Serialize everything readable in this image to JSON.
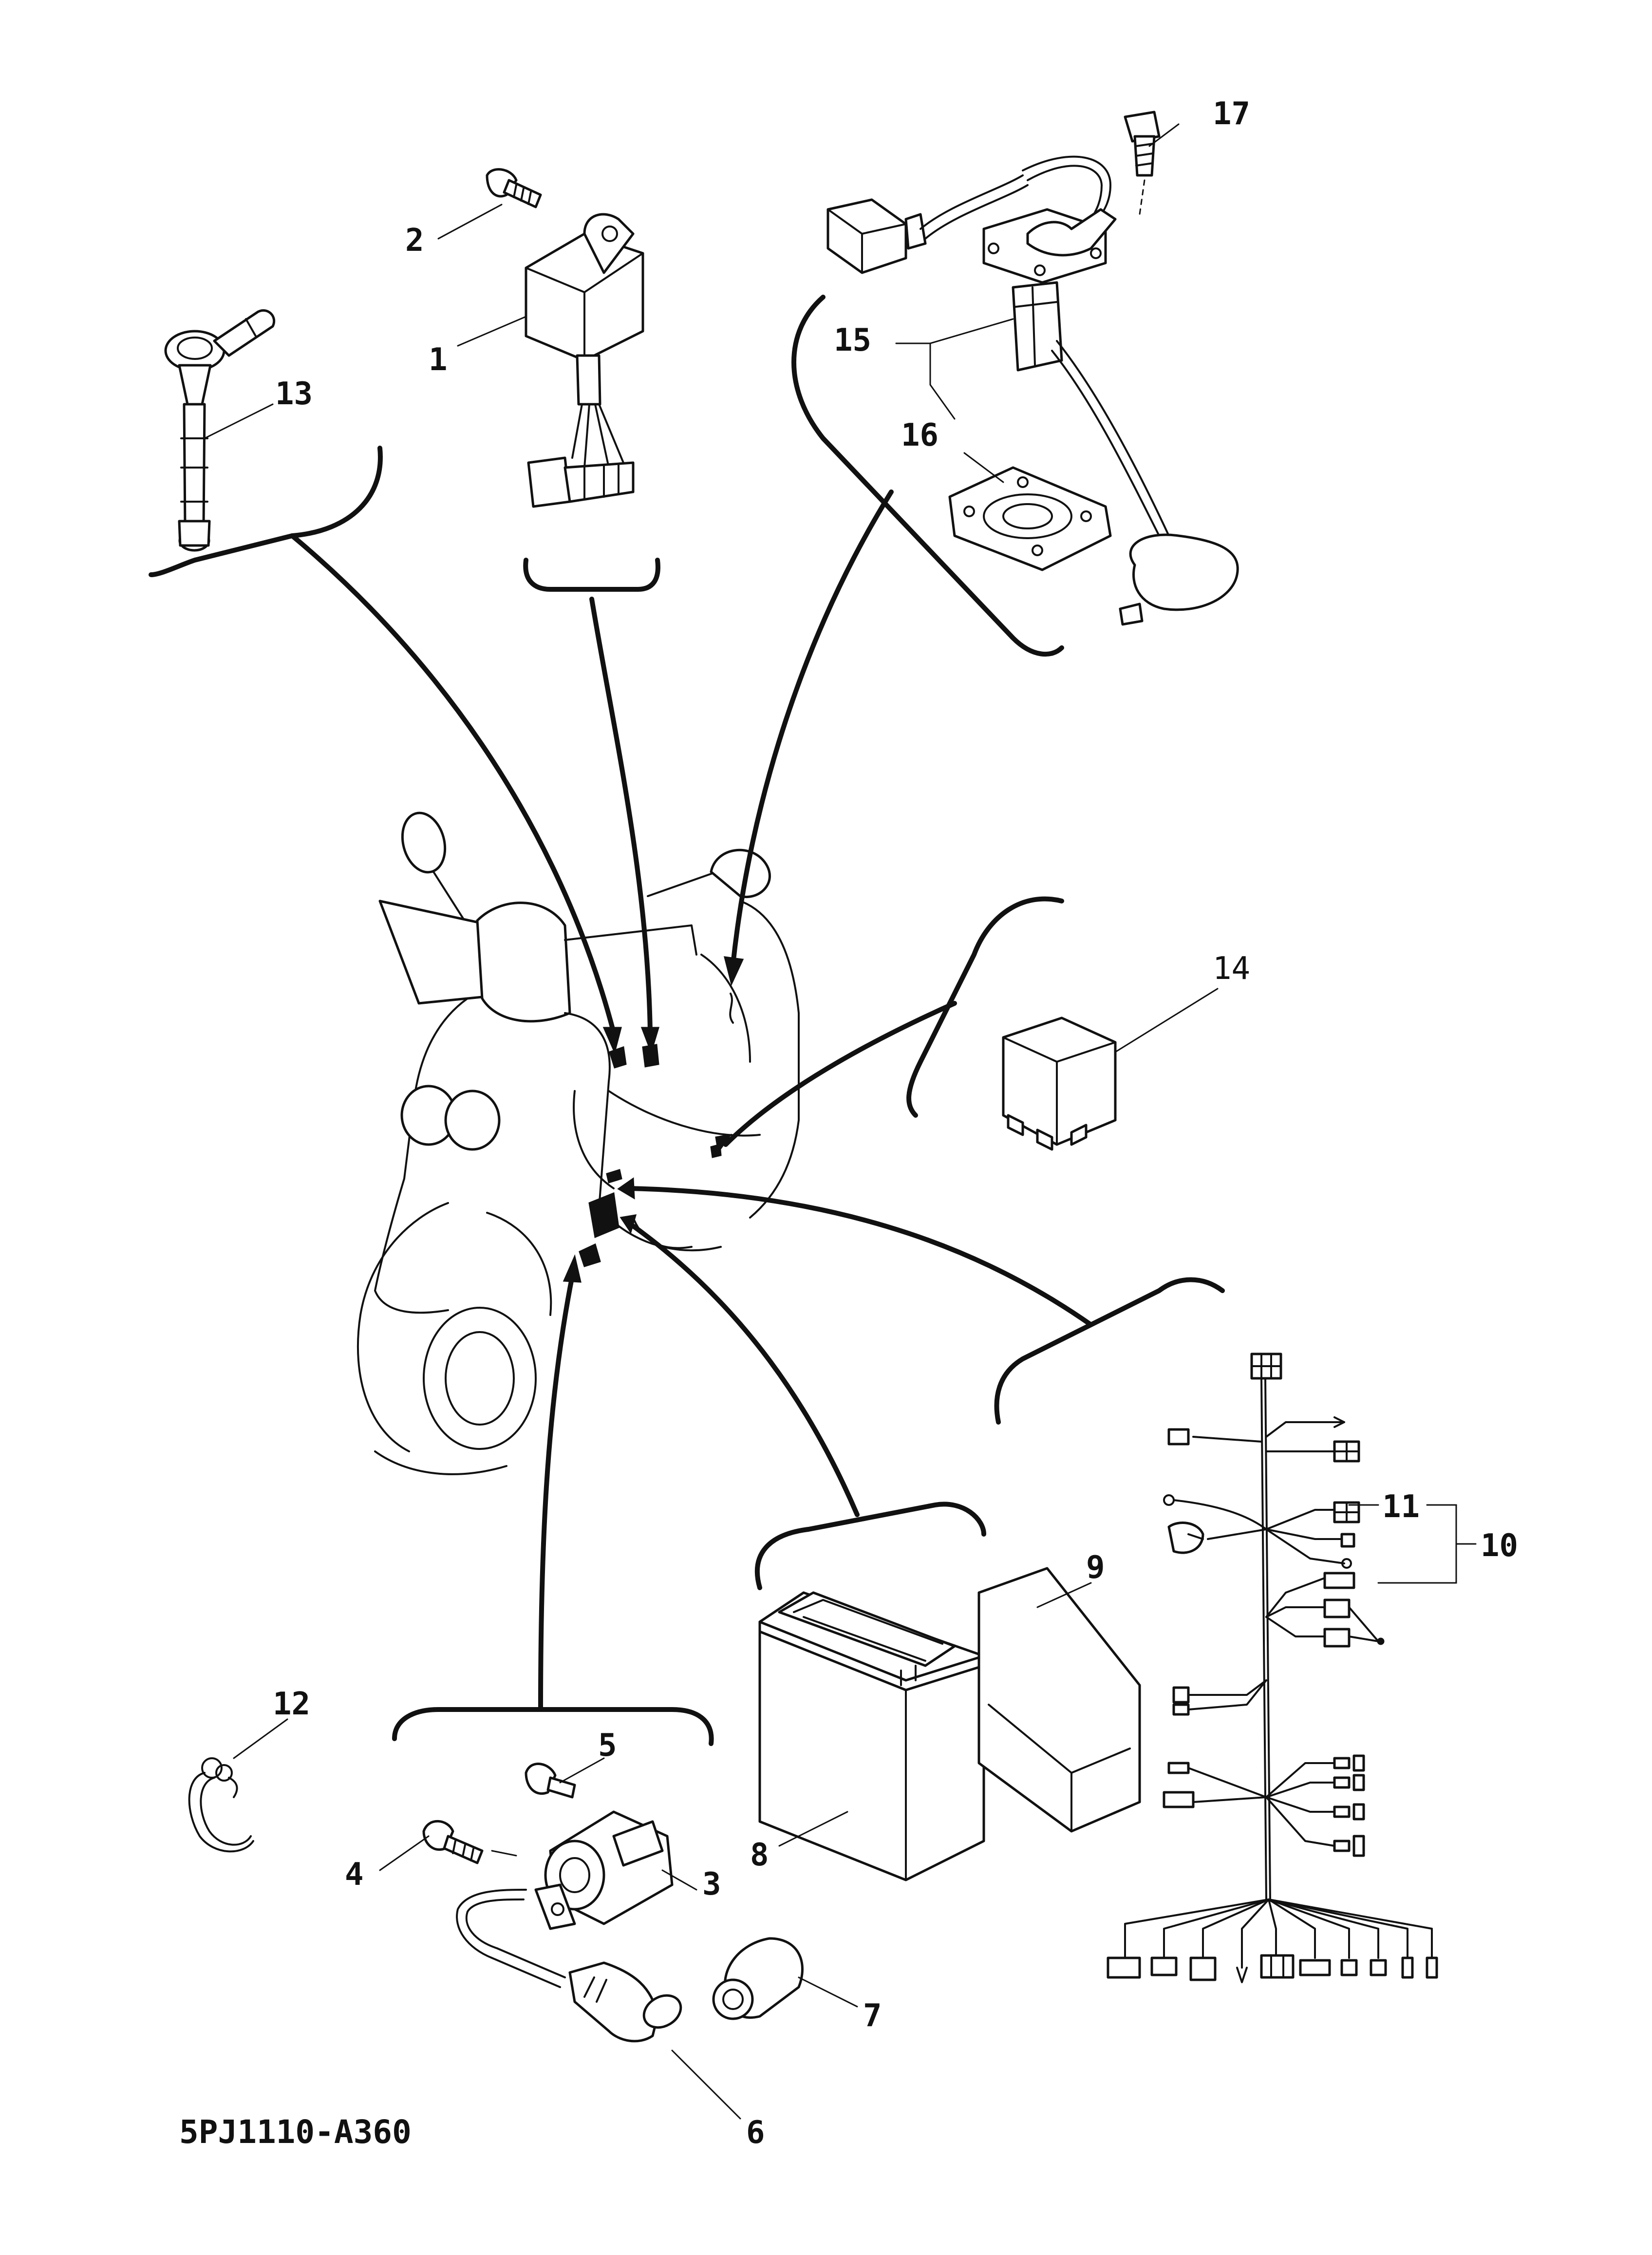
{
  "diagram": {
    "code": "5PJ1110-A360",
    "callouts": [
      {
        "id": "1",
        "label": "1"
      },
      {
        "id": "2",
        "label": "2"
      },
      {
        "id": "3",
        "label": "3"
      },
      {
        "id": "4",
        "label": "4"
      },
      {
        "id": "5",
        "label": "5"
      },
      {
        "id": "6",
        "label": "6"
      },
      {
        "id": "7",
        "label": "7"
      },
      {
        "id": "8",
        "label": "8"
      },
      {
        "id": "9",
        "label": "9"
      },
      {
        "id": "10",
        "label": "10"
      },
      {
        "id": "11",
        "label": "11"
      },
      {
        "id": "12",
        "label": "12"
      },
      {
        "id": "13",
        "label": "13"
      },
      {
        "id": "14",
        "label": "14"
      },
      {
        "id": "15",
        "label": "15"
      },
      {
        "id": "16",
        "label": "16"
      },
      {
        "id": "17",
        "label": "17"
      }
    ]
  }
}
